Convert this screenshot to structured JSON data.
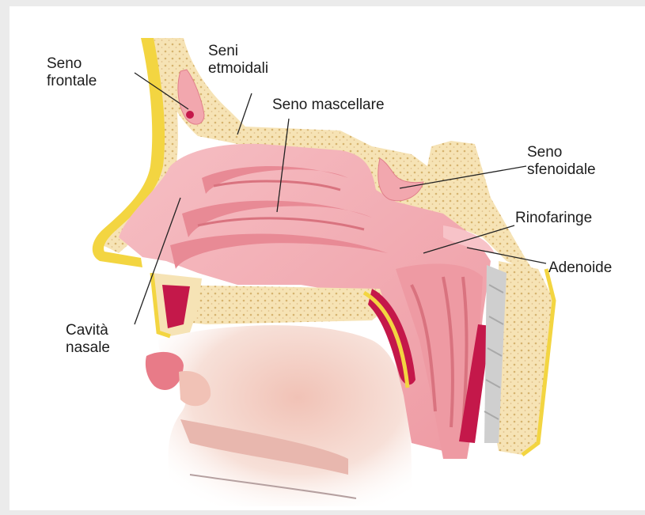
{
  "labels": {
    "seno_frontale": "Seno\nfrontale",
    "seni_etmoidali": "Seni\netmoidali",
    "seno_mascellare": "Seno mascellare",
    "seno_sfenoidale": "Seno\nsfenoidale",
    "rinofaringe": "Rinofaringe",
    "adenoide": "Adenoide",
    "cavita_nasale": "Cavità\nnasale"
  },
  "colors": {
    "bone": "#f6e3b5",
    "bone_dot": "#d9b979",
    "mucosa": "#f2a7ae",
    "mucosa_light": "#f9cdd1",
    "skin_yellow": "#f3d541",
    "muscle_red": "#c4184a",
    "face_skin": "#f5d7cc",
    "cartilage": "#c9c9c9"
  }
}
